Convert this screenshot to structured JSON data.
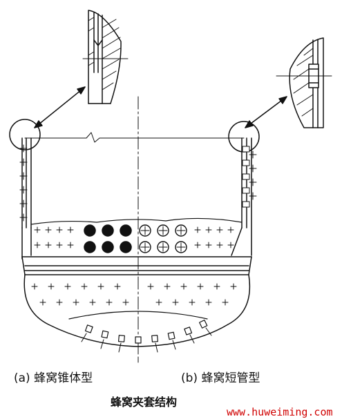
{
  "captions": {
    "a": "(a) 蜂窝锥体型",
    "b": "(b) 蜂窝短管型",
    "title": "蜂窝夹套结构",
    "watermark": "www.huweiming.com"
  },
  "colors": {
    "ink": "#111111",
    "watermark": "#d00000",
    "background": "#ffffff"
  }
}
